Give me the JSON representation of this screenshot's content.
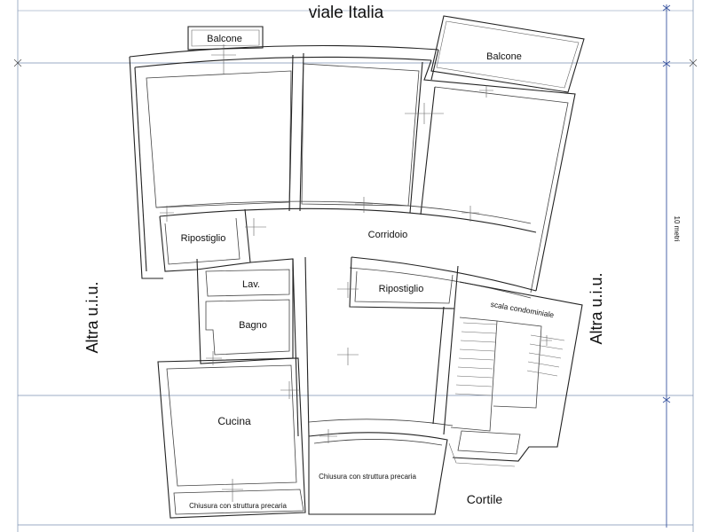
{
  "labels": {
    "street": "viale Italia",
    "balcony_left": "Balcone",
    "balcony_right": "Balcone",
    "storage_left": "Ripostiglio",
    "corridor": "Corridoio",
    "storage_right": "Ripostiglio",
    "laundry": "Lav.",
    "bathroom": "Bagno",
    "stairs": "scala condominiale",
    "kitchen": "Cucina",
    "closure_left": "Chiusura con struttura precaria",
    "closure_center": "Chiusura con struttura precaria",
    "courtyard": "Cortile",
    "other_unit_left": "Altra u.i.u.",
    "other_unit_right": "Altra u.i.u.",
    "scale": "10 metri"
  },
  "colors": {
    "line": "#222222",
    "frame": "#7a8fb0",
    "scale": "#3a55a0"
  }
}
